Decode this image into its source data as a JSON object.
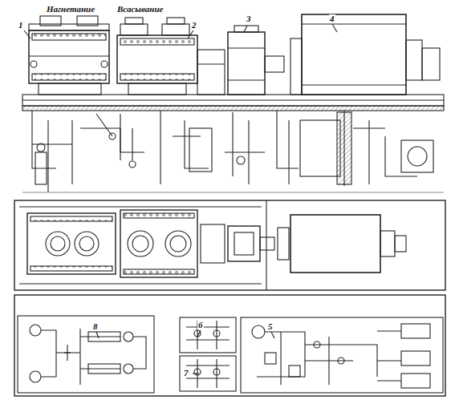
{
  "diagram": {
    "labels": [
      "Нагнетание",
      "Всасывание",
      "1",
      "2",
      "3",
      "4",
      "8",
      "6",
      "7",
      "5"
    ]
  }
}
